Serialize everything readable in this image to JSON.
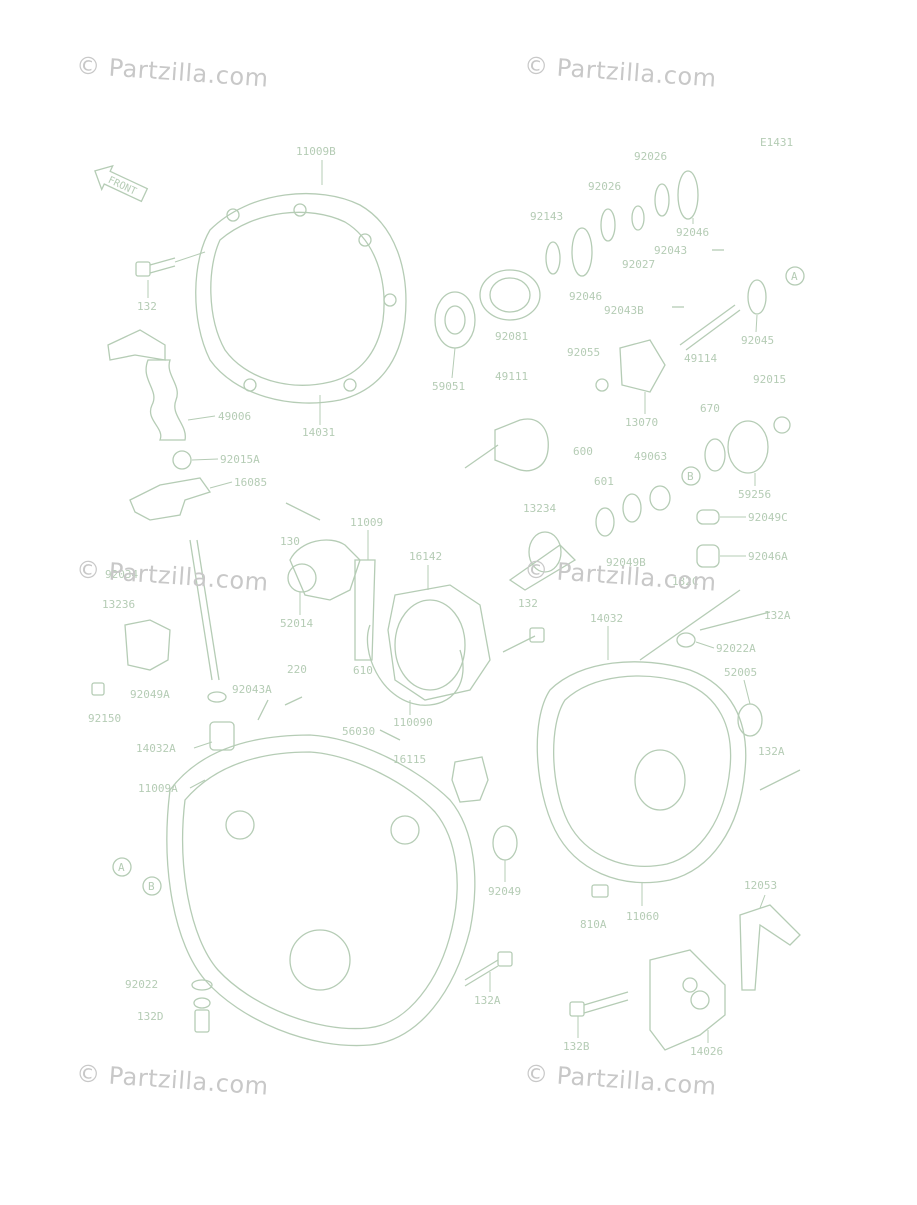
{
  "diagram_code": "E1431",
  "front_label": "FRONT",
  "watermark": "© Partzilla.com",
  "ref_markers": [
    "A",
    "B"
  ],
  "parts": [
    {
      "id": "11009B"
    },
    {
      "id": "132"
    },
    {
      "id": "49006"
    },
    {
      "id": "14031"
    },
    {
      "id": "92015A"
    },
    {
      "id": "16085"
    },
    {
      "id": "92026"
    },
    {
      "id": "92026b",
      "label": "92026"
    },
    {
      "id": "92143"
    },
    {
      "id": "92046"
    },
    {
      "id": "92027"
    },
    {
      "id": "92046b",
      "label": "92046"
    },
    {
      "id": "92043"
    },
    {
      "id": "92081"
    },
    {
      "id": "92043B"
    },
    {
      "id": "92045"
    },
    {
      "id": "59051"
    },
    {
      "id": "49111"
    },
    {
      "id": "92055"
    },
    {
      "id": "49114"
    },
    {
      "id": "13070"
    },
    {
      "id": "600"
    },
    {
      "id": "670"
    },
    {
      "id": "92015"
    },
    {
      "id": "49063"
    },
    {
      "id": "59256"
    },
    {
      "id": "601"
    },
    {
      "id": "92049C"
    },
    {
      "id": "13234"
    },
    {
      "id": "92049B"
    },
    {
      "id": "92046A"
    },
    {
      "id": "130"
    },
    {
      "id": "11009"
    },
    {
      "id": "16142"
    },
    {
      "id": "92034"
    },
    {
      "id": "13236"
    },
    {
      "id": "52014"
    },
    {
      "id": "132b",
      "label": "132"
    },
    {
      "id": "132C"
    },
    {
      "id": "132A"
    },
    {
      "id": "14032"
    },
    {
      "id": "92022A"
    },
    {
      "id": "220"
    },
    {
      "id": "92043A"
    },
    {
      "id": "52005"
    },
    {
      "id": "92150"
    },
    {
      "id": "92049A"
    },
    {
      "id": "610"
    },
    {
      "id": "110090",
      "label": "110090"
    },
    {
      "id": "14032A"
    },
    {
      "id": "56030"
    },
    {
      "id": "16115"
    },
    {
      "id": "132Ab",
      "label": "132A"
    },
    {
      "id": "11009A"
    },
    {
      "id": "92049"
    },
    {
      "id": "810A"
    },
    {
      "id": "11060"
    },
    {
      "id": "12053"
    },
    {
      "id": "92022"
    },
    {
      "id": "132Ac",
      "label": "132A"
    },
    {
      "id": "132D"
    },
    {
      "id": "132B"
    },
    {
      "id": "14026"
    }
  ]
}
